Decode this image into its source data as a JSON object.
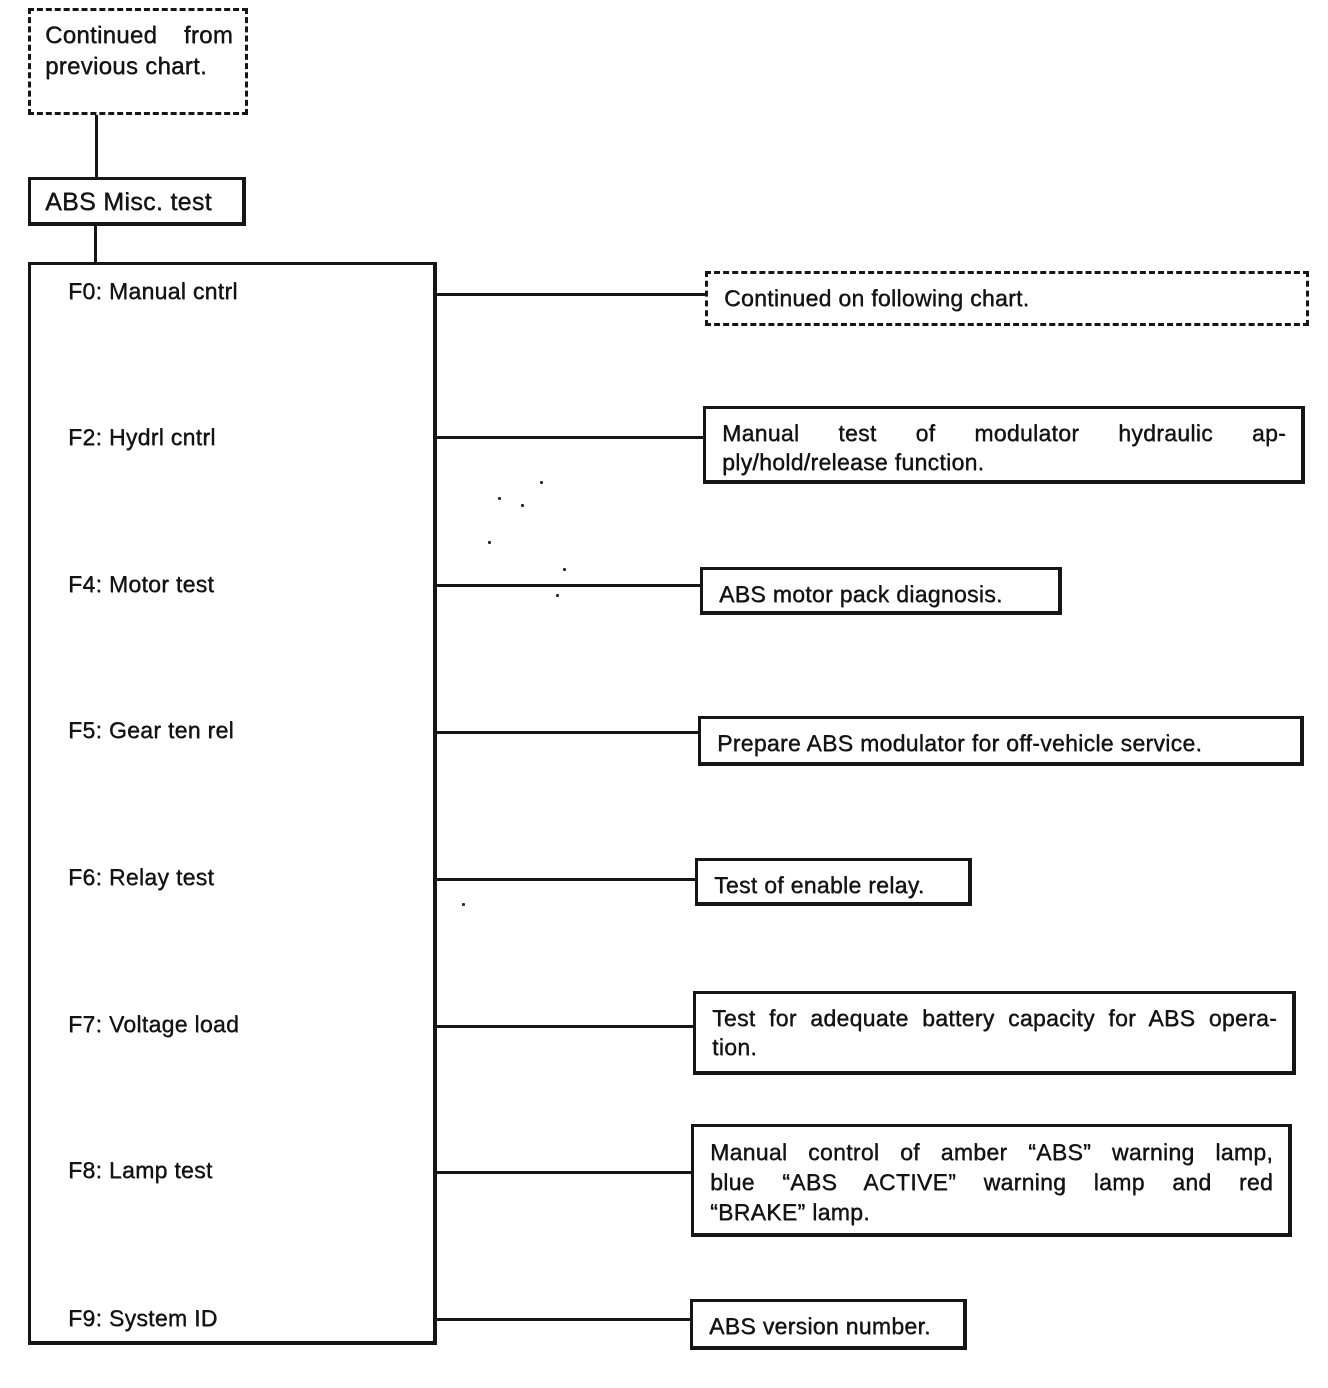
{
  "colors": {
    "ink": "#161616",
    "paper": "#ffffff"
  },
  "top": {
    "continued_from": {
      "lines": [
        "Continued from",
        "previous chart."
      ]
    },
    "root_label": "ABS Misc. test"
  },
  "items": [
    {
      "label": "F0: Manual cntrl"
    },
    {
      "label": "F2: Hydrl cntrl"
    },
    {
      "label": "F4: Motor test"
    },
    {
      "label": "F5: Gear ten rel"
    },
    {
      "label": "F6: Relay test"
    },
    {
      "label": "F7: Voltage load"
    },
    {
      "label": "F8: Lamp test"
    },
    {
      "label": "F9: System ID"
    }
  ],
  "descriptions": [
    {
      "style": "dashed",
      "lines": [
        "Continued on following chart."
      ]
    },
    {
      "style": "solid",
      "lines": [
        "Manual test of modulator hydraulic ap-",
        "ply/hold/release function."
      ]
    },
    {
      "style": "solid",
      "lines": [
        "ABS motor pack diagnosis."
      ]
    },
    {
      "style": "solid",
      "lines": [
        "Prepare ABS modulator for off-vehicle service."
      ]
    },
    {
      "style": "solid",
      "lines": [
        "Test of enable relay."
      ]
    },
    {
      "style": "solid",
      "lines": [
        "Test for adequate battery capacity for ABS opera-",
        "tion."
      ]
    },
    {
      "style": "solid",
      "lines": [
        "Manual control of amber “ABS” warning lamp,",
        "blue “ABS ACTIVE” warning lamp and red",
        "“BRAKE” lamp."
      ]
    },
    {
      "style": "solid",
      "lines": [
        "ABS version number."
      ]
    }
  ]
}
